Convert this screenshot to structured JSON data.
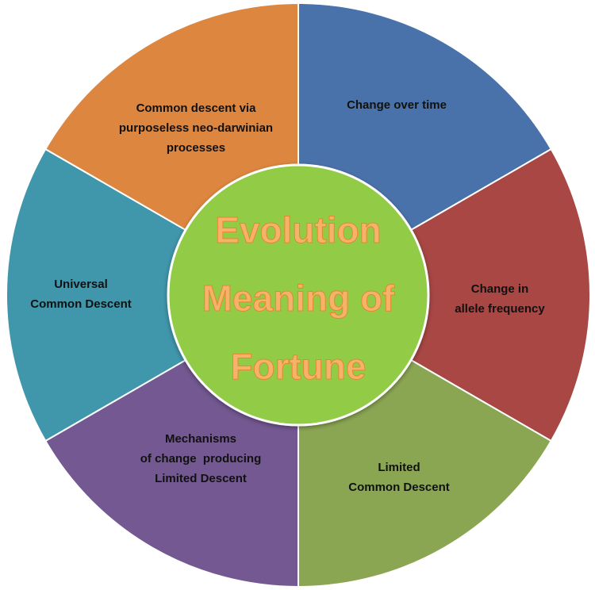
{
  "diagram": {
    "center": {
      "lines": [
        "Evolution",
        "Meaning of",
        "Fortune"
      ]
    },
    "segments": [
      {
        "id": "change-over-time",
        "lines": [
          "Change over time"
        ],
        "color": "#4a72aa"
      },
      {
        "id": "allele-frequency",
        "lines": [
          "Change in",
          "allele frequency"
        ],
        "color": "#a84744"
      },
      {
        "id": "limited-common-descent",
        "lines": [
          "Limited",
          "Common Descent"
        ],
        "color": "#8ba653"
      },
      {
        "id": "mechanisms",
        "lines": [
          "Mechanisms",
          "of change  producing",
          "Limited Descent"
        ],
        "color": "#735891"
      },
      {
        "id": "universal-common-descent",
        "lines": [
          "Universal",
          "Common Descent"
        ],
        "color": "#4096ab"
      },
      {
        "id": "common-descent-neo-darwinian",
        "lines": [
          "Common descent via",
          "purposeless neo-darwinian",
          "processes"
        ],
        "color": "#dd8640"
      }
    ],
    "center_color": "#92cc47"
  }
}
